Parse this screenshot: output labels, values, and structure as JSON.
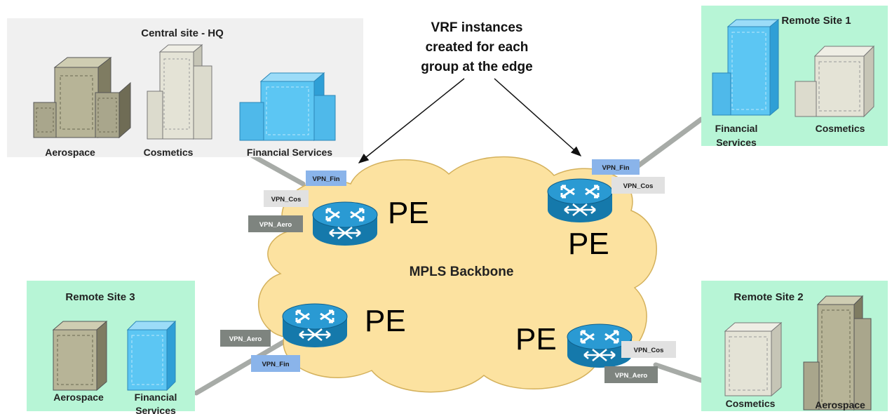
{
  "colors": {
    "hq_panel": "#f0f0f0",
    "site_panel": "#b7f5d6",
    "cloud_fill": "#fce2a0",
    "cloud_stroke": "#d4b15c",
    "router": "#1d8fc7",
    "vpn_fin": "#8ab4ea",
    "vpn_cos": "#e1e1e1",
    "vpn_aero": "#7e847f",
    "link": "#a7aba7"
  },
  "sites": {
    "hq": {
      "title": "Central site - HQ",
      "labels": [
        "Aerospace",
        "Cosmetics",
        "Financial Services"
      ]
    },
    "remote1": {
      "title": "Remote Site 1",
      "labels": [
        "Financial",
        "Services",
        "Cosmetics"
      ]
    },
    "remote2": {
      "title": "Remote Site 2",
      "labels": [
        "Cosmetics",
        "Aerospace"
      ]
    },
    "remote3": {
      "title": "Remote Site 3",
      "labels": [
        "Aerospace",
        "Financial",
        "Services"
      ]
    }
  },
  "callout": {
    "lines": [
      "VRF instances",
      "created for each",
      "group at the edge"
    ]
  },
  "cloud": {
    "label": "MPLS Backbone"
  },
  "pe_label": "PE",
  "vpn": {
    "fin": "VPN_Fin",
    "cos": "VPN_Cos",
    "aero": "VPN_Aero"
  }
}
